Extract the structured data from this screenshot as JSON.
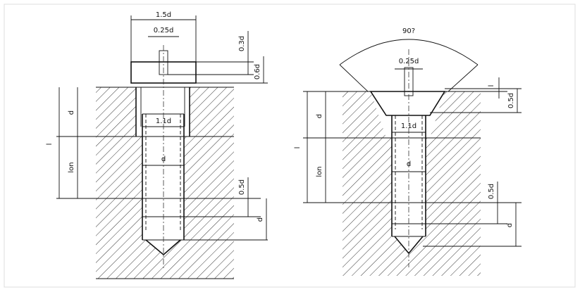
{
  "left_figure": {
    "head_width": "1.5d",
    "slot_width": "0.25d",
    "slot_depth": "0.3d",
    "head_height": "0.6d",
    "thread_clearance": "1.1d",
    "nominal_dia": "d",
    "counterbore_depth": "d",
    "thread_length": "lon",
    "total_length": "l",
    "thread_end": "0.5d",
    "bottom_depth": "d"
  },
  "right_figure": {
    "head_angle": "90?",
    "slot_width": "0.25d",
    "head_gap": "l",
    "head_height": "0.5d",
    "thread_clearance": "1.1d",
    "nominal_dia": "d",
    "counterbore_depth": "d",
    "thread_length": "lon",
    "total_length": "l",
    "thread_end": "0.5d",
    "bottom_depth": "d"
  }
}
